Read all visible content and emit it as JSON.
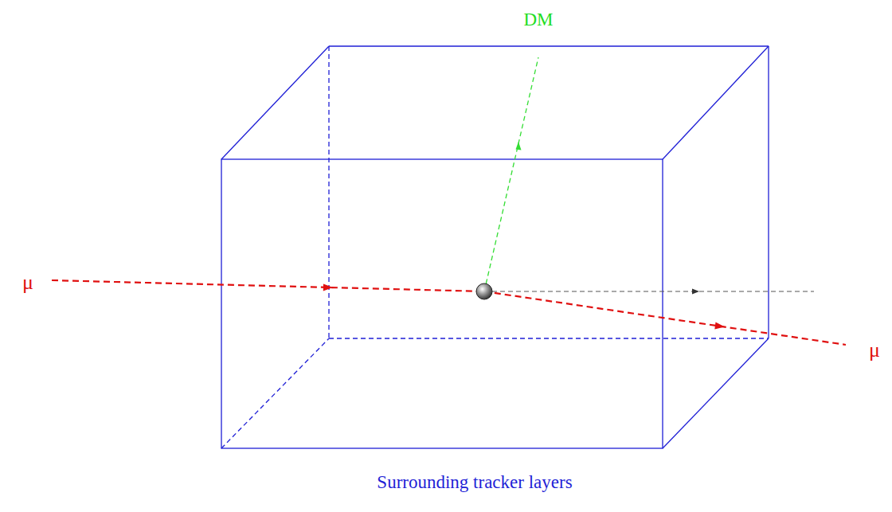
{
  "diagram": {
    "labels": [
      "DM",
      "μ",
      "μ",
      "Surrounding tracker layers"
    ]
  }
}
